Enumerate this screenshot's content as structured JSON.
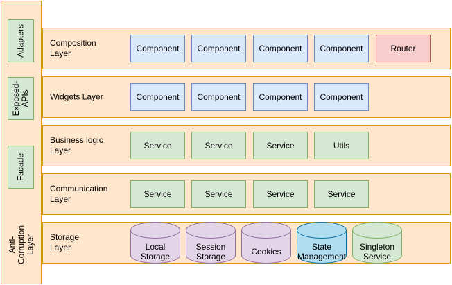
{
  "sidebar": {
    "tabs": [
      {
        "label": "Adapters"
      },
      {
        "label": "Exposed-\nAPIs"
      },
      {
        "label": "Facade"
      },
      {
        "label": "Anti-\nCorruption\nLayer"
      }
    ]
  },
  "layers": [
    {
      "label": "Composition\nLayer",
      "items": [
        "Component",
        "Component",
        "Component",
        "Component",
        "Router"
      ]
    },
    {
      "label": "Widgets Layer",
      "items": [
        "Component",
        "Component",
        "Component",
        "Component"
      ]
    },
    {
      "label": "Business logic\nLayer",
      "items": [
        "Service",
        "Service",
        "Service",
        "Utils"
      ]
    },
    {
      "label": "Communication\nLayer",
      "items": [
        "Service",
        "Service",
        "Service",
        "Service"
      ]
    },
    {
      "label": "Storage\nLayer",
      "items": [
        "Local\nStorage",
        "Session\nStorage",
        "Cookies",
        "State\nManagement",
        "Singleton\nService"
      ]
    }
  ],
  "colors": {
    "layer_fill": "#ffe6cc",
    "layer_stroke": "#d79b00",
    "component_fill": "#dae8fc",
    "component_stroke": "#6c8ebf",
    "service_fill": "#d5e8d4",
    "service_stroke": "#82b366",
    "router_fill": "#f8cecc",
    "router_stroke": "#b85450",
    "storage_fill": "#e1d5e7",
    "storage_stroke": "#9673a6",
    "state_fill": "#b1ddf0",
    "state_stroke": "#10739e"
  }
}
